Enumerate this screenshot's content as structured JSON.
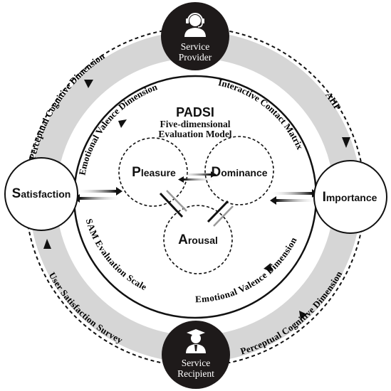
{
  "colors": {
    "ring": "#d6d6d6",
    "ink": "#111111",
    "paper": "#ffffff",
    "dark_node": "#1e1a1a"
  },
  "center": {
    "acronym": "PADSI",
    "subtitle_line1": "Five-dimensional",
    "subtitle_line2": "Evaluation Model"
  },
  "nodes": {
    "pleasure": {
      "initial": "P",
      "rest": "leasure"
    },
    "dominance": {
      "initial": "D",
      "rest": "ominance"
    },
    "arousal": {
      "initial": "A",
      "rest": "rousal"
    },
    "satisfaction": {
      "initial": "S",
      "rest": "atisfaction"
    },
    "importance": {
      "initial": "I",
      "rest": "mportance"
    }
  },
  "actors": {
    "provider": {
      "line1": "Service",
      "line2": "Provider",
      "icon": "headset-agent-icon"
    },
    "recipient": {
      "line1": "Service",
      "line2": "Recipient",
      "icon": "graduate-user-icon"
    }
  },
  "arc_labels": {
    "perceptual_cognitive_top": "Perceptual Cognitive Dimension",
    "ahp": "AHP",
    "interactive_contact_matrix": "Interactive Contact Matrix",
    "emotional_valence_top": "Emotional Valence Dimension",
    "emotional_valence_bottom": "Emotional Valence Dimension",
    "perceptual_cognitive_bottom": "Perceptual Cognitive Dimension",
    "user_satisfaction_survey": "User Satisfaction Survey",
    "sam_evaluation_scale": "SAM Evaluation Scale"
  }
}
